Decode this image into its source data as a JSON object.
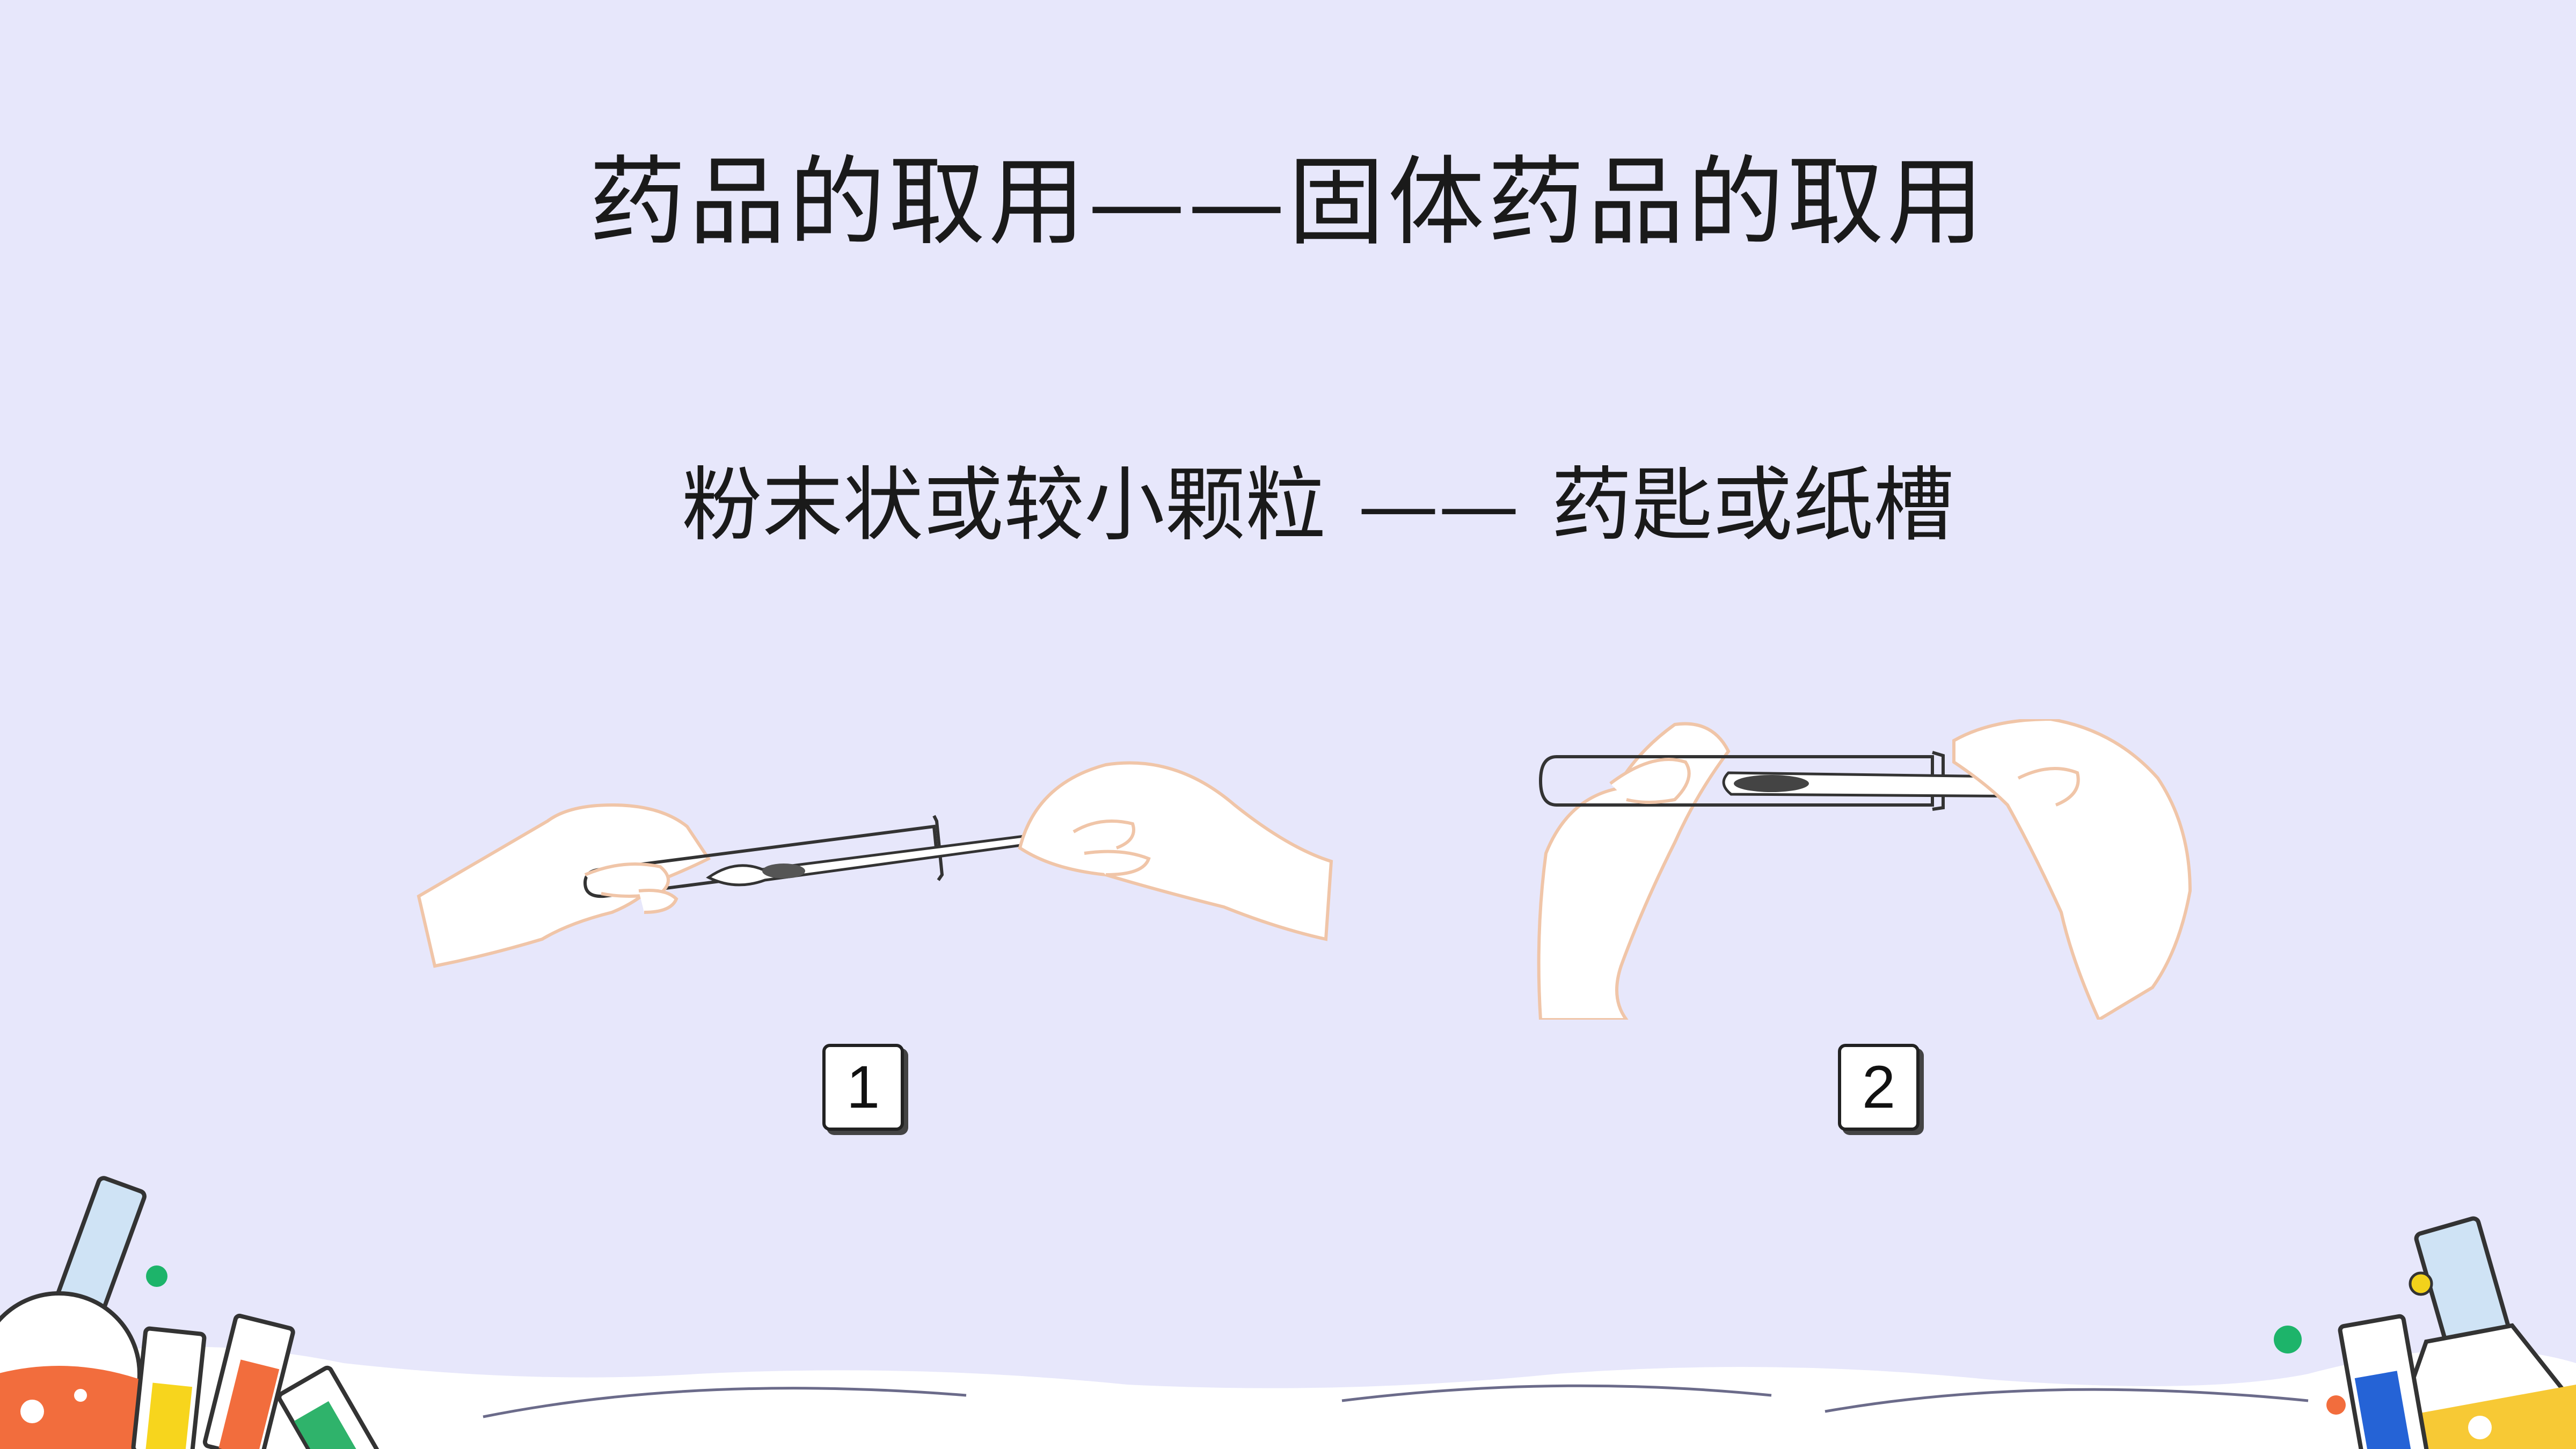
{
  "title": "药品的取用——固体药品的取用",
  "subtitle": {
    "part1": "粉末状或较小颗粒",
    "separator": "——",
    "part2": "药匙或纸槽"
  },
  "steps": [
    {
      "number": "1"
    },
    {
      "number": "2"
    }
  ]
}
